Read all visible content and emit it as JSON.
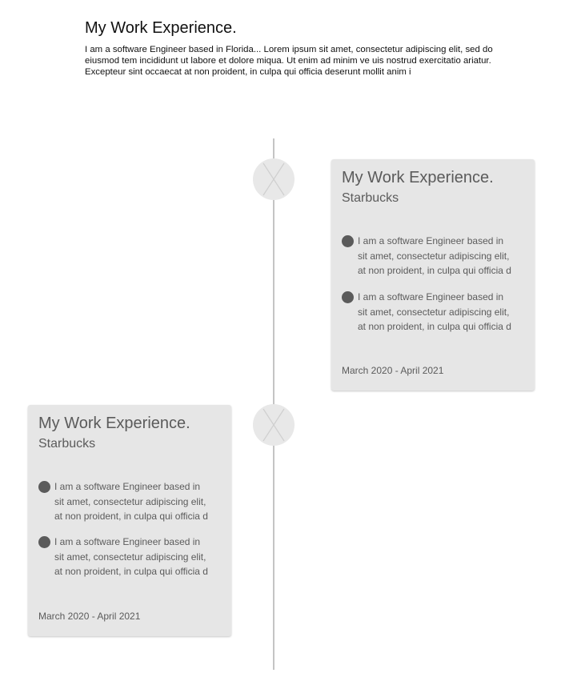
{
  "header": {
    "title": "My Work Experience.",
    "description": "I am a software Engineer based in Florida... Lorem ipsum sit amet, consectetur adipiscing elit, sed do eiusmod tem incididunt ut labore et dolore miqua. Ut enim ad minim ve uis nostrud exercitatio ariatur. Excepteur sint occaecat at non proident, in culpa qui officia deserunt mollit anim i"
  },
  "colors": {
    "card_background": "#e6e6e6",
    "text_gray": "#5b5b5b",
    "timeline_line": "#c4c4c4",
    "node_fill": "#e8e8e8"
  },
  "timeline": {
    "node_icon": "image-placeholder-icon",
    "entries": [
      {
        "side": "right",
        "title": "My Work Experience.",
        "company": "Starbucks",
        "bullets": [
          "I am a software Engineer based in\nsit amet, consectetur adipiscing elit,\nat non proident, in culpa qui officia d",
          "I am a software Engineer based in\nsit amet, consectetur adipiscing elit,\nat non proident, in culpa qui officia d"
        ],
        "dates": "March 2020 - April 2021"
      },
      {
        "side": "left",
        "title": "My Work Experience.",
        "company": "Starbucks",
        "bullets": [
          "I am a software Engineer based in\nsit amet, consectetur adipiscing elit,\nat non proident, in culpa qui officia d",
          "I am a software Engineer based in\nsit amet, consectetur adipiscing elit,\nat non proident, in culpa qui officia d"
        ],
        "dates": "March 2020 - April 2021"
      }
    ]
  }
}
